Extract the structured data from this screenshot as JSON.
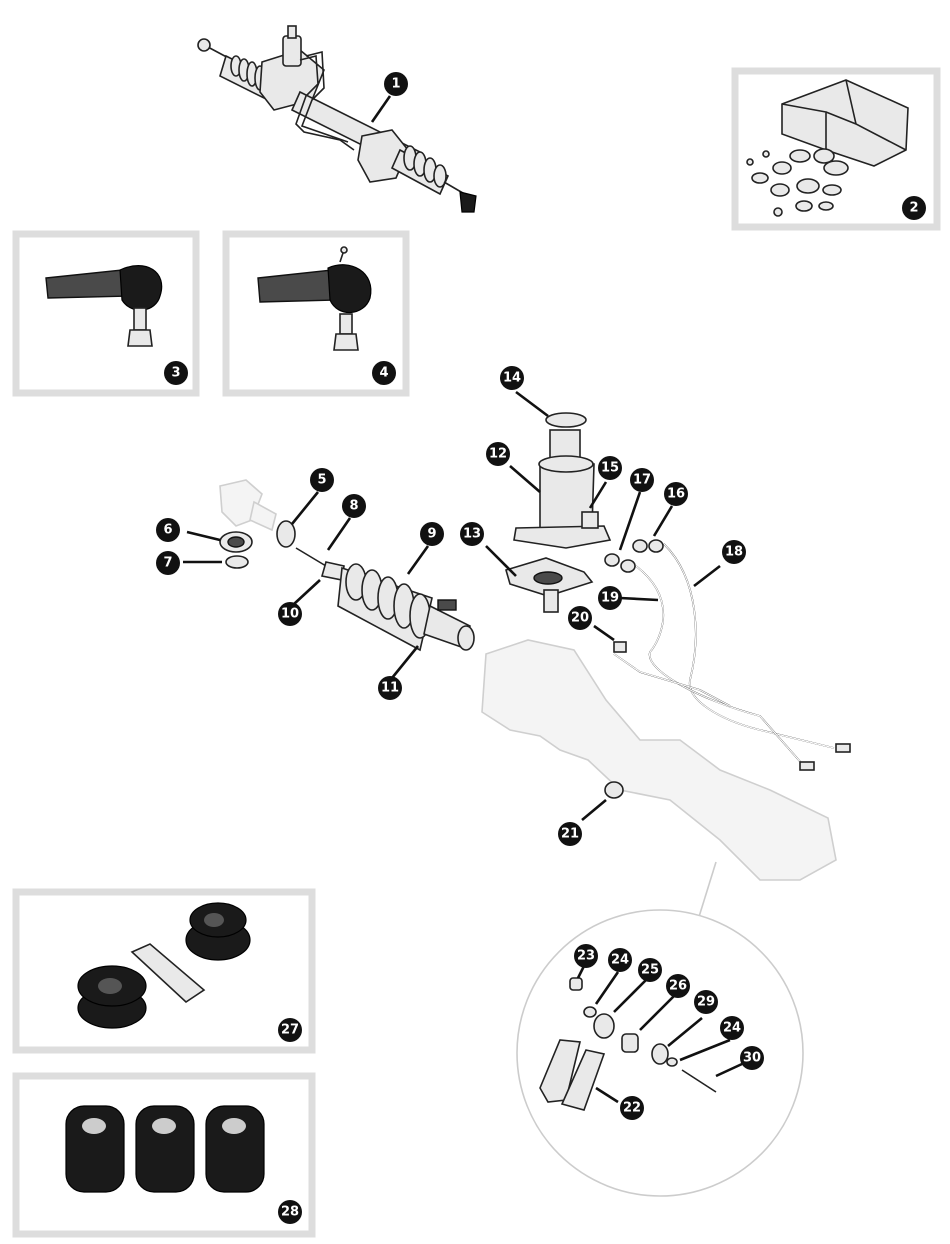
{
  "diagram": {
    "callouts": [
      {
        "id": "callout-1",
        "label": "1"
      },
      {
        "id": "callout-2",
        "label": "2"
      },
      {
        "id": "callout-3",
        "label": "3"
      },
      {
        "id": "callout-4",
        "label": "4"
      },
      {
        "id": "callout-5",
        "label": "5"
      },
      {
        "id": "callout-6",
        "label": "6"
      },
      {
        "id": "callout-7",
        "label": "7"
      },
      {
        "id": "callout-8",
        "label": "8"
      },
      {
        "id": "callout-9",
        "label": "9"
      },
      {
        "id": "callout-10",
        "label": "10"
      },
      {
        "id": "callout-11",
        "label": "11"
      },
      {
        "id": "callout-12",
        "label": "12"
      },
      {
        "id": "callout-13",
        "label": "13"
      },
      {
        "id": "callout-14",
        "label": "14"
      },
      {
        "id": "callout-15",
        "label": "15"
      },
      {
        "id": "callout-16",
        "label": "16"
      },
      {
        "id": "callout-17",
        "label": "17"
      },
      {
        "id": "callout-18",
        "label": "18"
      },
      {
        "id": "callout-19",
        "label": "19"
      },
      {
        "id": "callout-20",
        "label": "20"
      },
      {
        "id": "callout-21",
        "label": "21"
      },
      {
        "id": "callout-22",
        "label": "22"
      },
      {
        "id": "callout-23",
        "label": "23"
      },
      {
        "id": "callout-24a",
        "label": "24"
      },
      {
        "id": "callout-24b",
        "label": "24"
      },
      {
        "id": "callout-25",
        "label": "25"
      },
      {
        "id": "callout-26",
        "label": "26"
      },
      {
        "id": "callout-27",
        "label": "27"
      },
      {
        "id": "callout-28",
        "label": "28"
      },
      {
        "id": "callout-29",
        "label": "29"
      },
      {
        "id": "callout-30",
        "label": "30"
      }
    ]
  }
}
